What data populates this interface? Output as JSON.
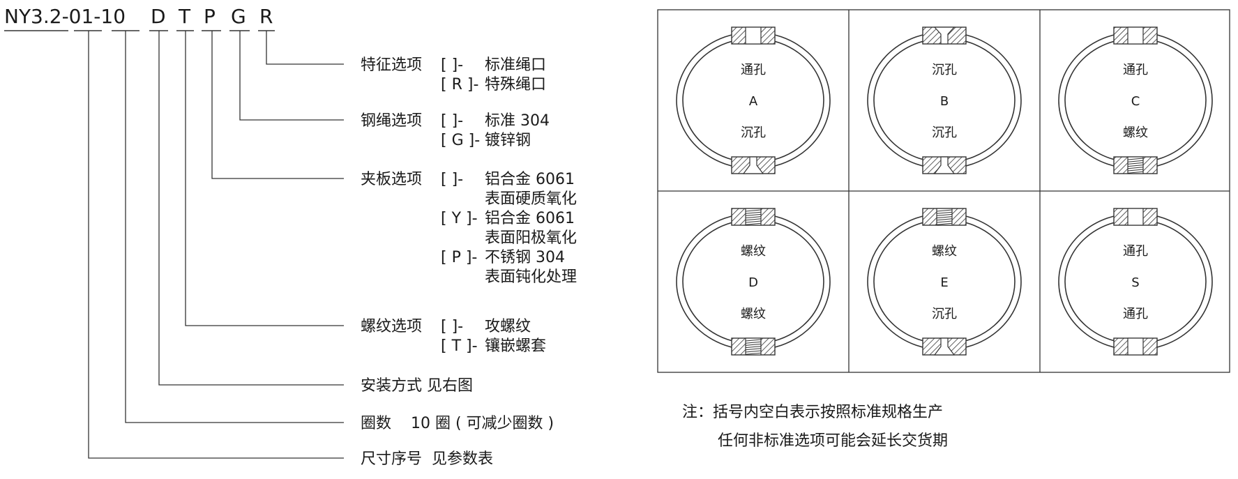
{
  "code": {
    "segments": [
      {
        "id": "base",
        "text": "NY3.2-01-10"
      },
      {
        "id": "D",
        "text": "D"
      },
      {
        "id": "T",
        "text": "T"
      },
      {
        "id": "P",
        "text": "P"
      },
      {
        "id": "G",
        "text": "G"
      },
      {
        "id": "R",
        "text": "R"
      }
    ]
  },
  "options": {
    "feature": {
      "title": "特征选项",
      "items": [
        {
          "bracket": "[    ]-",
          "text": "标准绳口"
        },
        {
          "bracket": "[ R ]-",
          "text": "特殊绳口"
        }
      ]
    },
    "rope": {
      "title": "钢绳选项",
      "items": [
        {
          "bracket": "[    ]-",
          "text": "标准 304"
        },
        {
          "bracket": "[ G ]-",
          "text": "镀锌钢"
        }
      ]
    },
    "plate": {
      "title": "夹板选项",
      "items": [
        {
          "bracket": "[    ]-",
          "text": "铝合金 6061",
          "sub": "表面硬质氧化"
        },
        {
          "bracket": "[ Y ]-",
          "text": "铝合金 6061",
          "sub": "表面阳极氧化"
        },
        {
          "bracket": "[ P ]-",
          "text": "不锈钢 304",
          "sub": "表面钝化处理"
        }
      ]
    },
    "thread": {
      "title": "螺纹选项",
      "items": [
        {
          "bracket": "[    ]-",
          "text": "攻螺纹"
        },
        {
          "bracket": "[ T ]-",
          "text": "镶嵌螺套"
        }
      ]
    },
    "mount": {
      "text": "安装方式 见右图"
    },
    "turns": {
      "text": "圈数    10 圈 ( 可减少圈数 )"
    },
    "size": {
      "text": "尺寸序号  见参数表"
    }
  },
  "grid": {
    "cells": [
      {
        "letter": "A",
        "top": "通孔",
        "bottom": "沉孔",
        "top_type": "through",
        "bottom_type": "counter_bottom"
      },
      {
        "letter": "B",
        "top": "沉孔",
        "bottom": "沉孔",
        "top_type": "counter_top",
        "bottom_type": "counter_bottom"
      },
      {
        "letter": "C",
        "top": "通孔",
        "bottom": "螺纹",
        "top_type": "through",
        "bottom_type": "thread"
      },
      {
        "letter": "D",
        "top": "螺纹",
        "bottom": "螺纹",
        "top_type": "thread",
        "bottom_type": "thread"
      },
      {
        "letter": "E",
        "top": "螺纹",
        "bottom": "沉孔",
        "top_type": "thread",
        "bottom_type": "counter_bottom"
      },
      {
        "letter": "S",
        "top": "通孔",
        "bottom": "通孔",
        "top_type": "through",
        "bottom_type": "through"
      }
    ]
  },
  "note": {
    "line1": "注：括号内空白表示按照标准规格生产",
    "line2": "任何非标准选项可能会延长交货期"
  },
  "colors": {
    "line": "#333333",
    "text": "#1a1a1a",
    "hatch": "#333333",
    "background": "#ffffff"
  }
}
